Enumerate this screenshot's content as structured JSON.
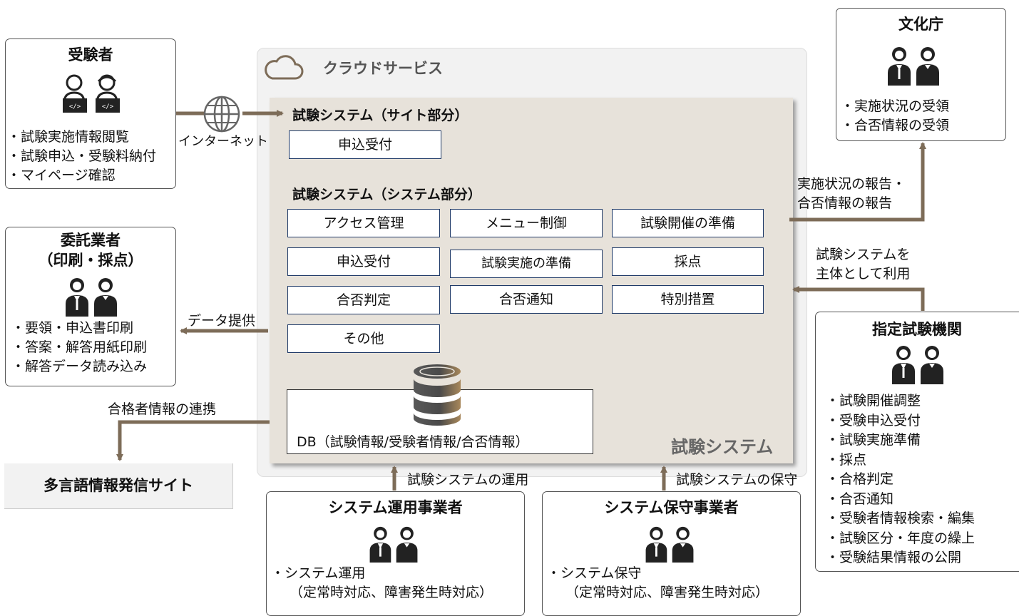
{
  "colors": {
    "arrow": "#7d6c58",
    "system_fill": "#e7e2da",
    "cloud_fill": "#f2f2f2",
    "border": "#555555",
    "func_border": "#1f3a68"
  },
  "examinee": {
    "title": "受験者",
    "items": [
      "・試験実施情報閲覧",
      "・試験申込・受験料納付",
      "・マイページ確認"
    ],
    "icon": "laptop-users-icon"
  },
  "internet": {
    "label": "インターネット",
    "icon": "globe-icon"
  },
  "contractor": {
    "title": [
      "委託業者",
      "（印刷・採点）"
    ],
    "items": [
      "・要領・申込書印刷",
      "・答案・解答用紙印刷",
      "・解答データ読み込み"
    ],
    "icon": "business-people-icon"
  },
  "data_provision_label": "データ提供",
  "passer_link_label": "合格者情報の連携",
  "multilingual_site": {
    "title": "多言語情報発信サイト"
  },
  "cloud": {
    "title": "クラウドサービス",
    "icon": "cloud-icon"
  },
  "test_system": {
    "name": "試験システム",
    "site_section": {
      "title": "試験システム（サイト部分）",
      "functions": [
        "申込受付"
      ]
    },
    "system_section": {
      "title": "試験システム（システム部分）",
      "functions": [
        "アクセス管理",
        "メニュー制御",
        "試験開催の準備",
        "申込受付",
        "試験実施の準備",
        "採点",
        "合否判定",
        "合否通知",
        "特別措置",
        "その他"
      ]
    },
    "db": {
      "label": "DB（試験情報/受験者情報/合否情報）",
      "icon": "database-icon"
    }
  },
  "agency": {
    "title": "文化庁",
    "items": [
      "・実施状況の受領",
      "・合否情報の受領"
    ],
    "icon": "business-people-icon"
  },
  "report_label": [
    "実施状況の報告・",
    "合否情報の報告"
  ],
  "usage_label": [
    "試験システムを",
    "主体として利用"
  ],
  "designated_org": {
    "title": "指定試験機関",
    "items": [
      "・試験開催調整",
      "・受験申込受付",
      "・試験実施準備",
      "・採点",
      "・合格判定",
      "・合否通知",
      "・受験者情報検索・編集",
      "・試験区分・年度の繰上",
      "・受験結果情報の公開"
    ],
    "icon": "business-people-icon"
  },
  "ops_vendor": {
    "title": "システム運用事業者",
    "arrow_label": "試験システムの運用",
    "items": [
      "・システム運用",
      "（定常時対応、障害発生時対応）"
    ],
    "icon": "business-people-icon"
  },
  "maint_vendor": {
    "title": "システム保守事業者",
    "arrow_label": "試験システムの保守",
    "items": [
      "・システム保守",
      "（定常時対応、障害発生時対応）"
    ],
    "icon": "business-people-icon"
  }
}
